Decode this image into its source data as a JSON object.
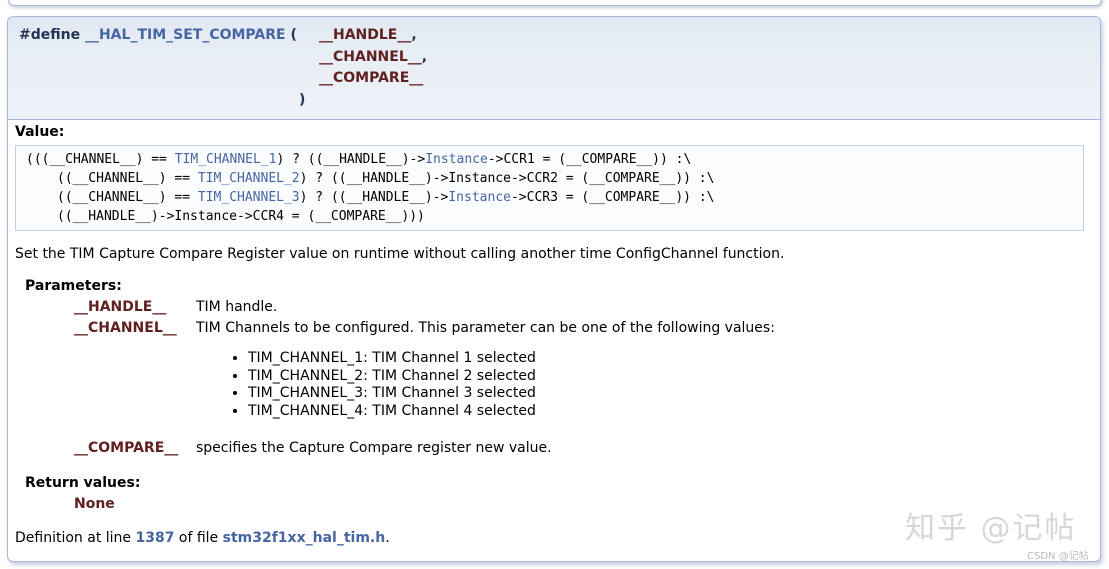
{
  "prototype": {
    "keyword": "#define",
    "name": "__HAL_TIM_SET_COMPARE",
    "open_paren": "(",
    "params": [
      "__HANDLE__",
      "__CHANNEL__",
      "__COMPARE__"
    ],
    "close_paren": ")"
  },
  "value_title": "Value:",
  "code": {
    "line1": [
      "(((__CHANNEL__) == ",
      "TIM_CHANNEL_1",
      ") ? ((__HANDLE__)->",
      "Instance",
      "->CCR1 = (__COMPARE__)) :\\"
    ],
    "line2": [
      "((__CHANNEL__) == ",
      "TIM_CHANNEL_2",
      ") ? ((__HANDLE__)->Instance->CCR2 = (__COMPARE__)) :\\"
    ],
    "line3": [
      "((__CHANNEL__) == ",
      "TIM_CHANNEL_3",
      ") ? ((__HANDLE__)->",
      "Instance",
      "->CCR3 = (__COMPARE__)) :\\"
    ],
    "line4": "((__HANDLE__)->Instance->CCR4 = (__COMPARE__)))"
  },
  "description": "Set the TIM Capture Compare Register value on runtime without calling another time ConfigChannel function.",
  "parameters": {
    "title": "Parameters:",
    "handle": {
      "name": "__HANDLE__",
      "desc": "TIM handle."
    },
    "channel": {
      "name": "__CHANNEL__",
      "desc": "TIM Channels to be configured. This parameter can be one of the following values:",
      "values": [
        "TIM_CHANNEL_1: TIM Channel 1 selected",
        "TIM_CHANNEL_2: TIM Channel 2 selected",
        "TIM_CHANNEL_3: TIM Channel 3 selected",
        "TIM_CHANNEL_4: TIM Channel 4 selected"
      ]
    },
    "compare": {
      "name": "__COMPARE__",
      "desc": "specifies the Capture Compare register new value."
    }
  },
  "return_values": {
    "title": "Return values:",
    "value": "None"
  },
  "definition": {
    "prefix": "Definition at line ",
    "line": "1387",
    "middle": " of file ",
    "file": "stm32f1xx_hal_tim.h",
    "suffix": "."
  },
  "watermark": {
    "text": "知乎 @记帖",
    "csdn": "CSDN @记帖"
  }
}
